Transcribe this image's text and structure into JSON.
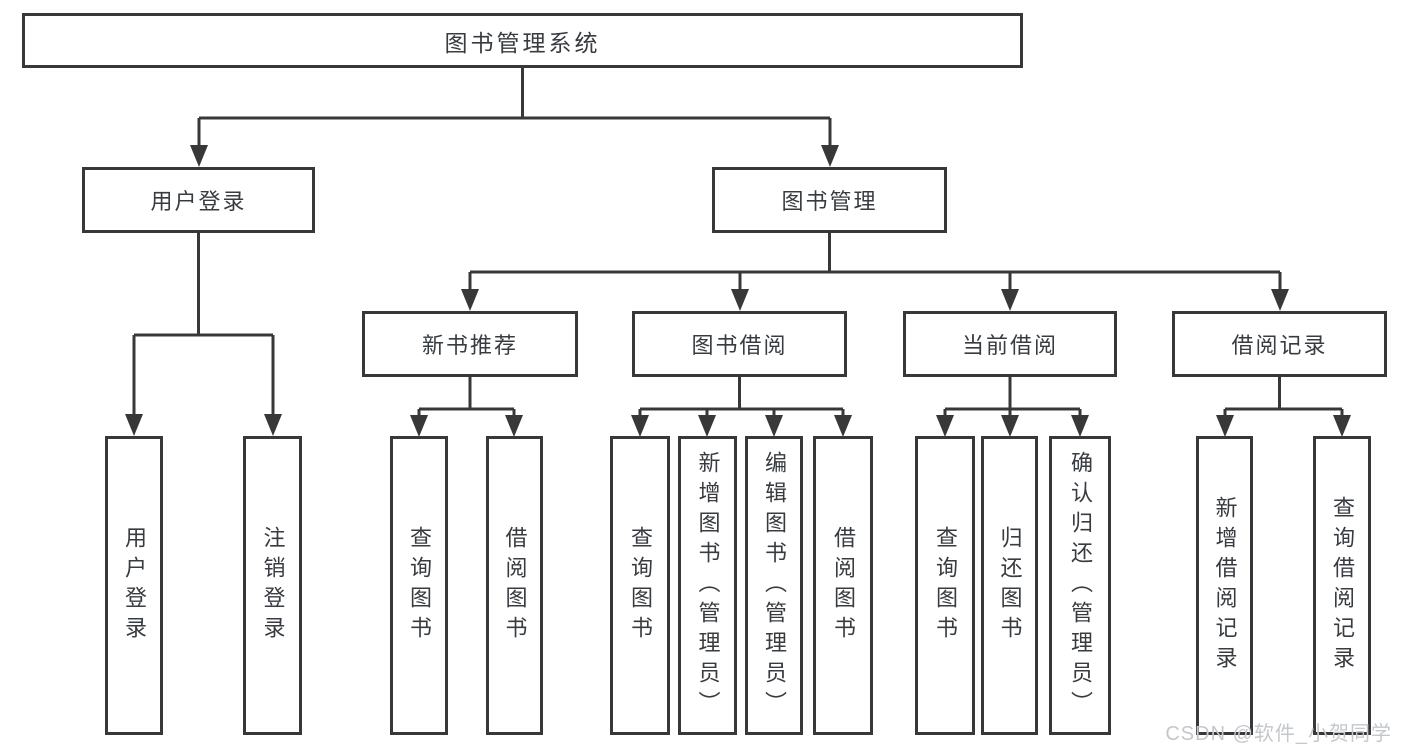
{
  "tree": {
    "label": "图书管理系统",
    "children": [
      {
        "label": "用户登录",
        "children": [
          {
            "label": "用户登录"
          },
          {
            "label": "注销登录"
          }
        ]
      },
      {
        "label": "图书管理",
        "children": [
          {
            "label": "新书推荐",
            "children": [
              {
                "label": "查询图书"
              },
              {
                "label": "借阅图书"
              }
            ]
          },
          {
            "label": "图书借阅",
            "children": [
              {
                "label": "查询图书"
              },
              {
                "label": "新增图书（管理员）"
              },
              {
                "label": "编辑图书（管理员）"
              },
              {
                "label": "借阅图书"
              }
            ]
          },
          {
            "label": "当前借阅",
            "children": [
              {
                "label": "查询图书"
              },
              {
                "label": "归还图书"
              },
              {
                "label": "确认归还（管理员）"
              }
            ]
          },
          {
            "label": "借阅记录",
            "children": [
              {
                "label": "新增借阅记录"
              },
              {
                "label": "查询借阅记录"
              }
            ]
          }
        ]
      }
    ]
  },
  "watermark": {
    "text": "CSDN @软件_小贺同学",
    "color": "#c4c7cc"
  },
  "colors": {
    "line": "#383838",
    "text": "#383c40",
    "box_fill": "#ffffff",
    "background": "#ffffff"
  }
}
